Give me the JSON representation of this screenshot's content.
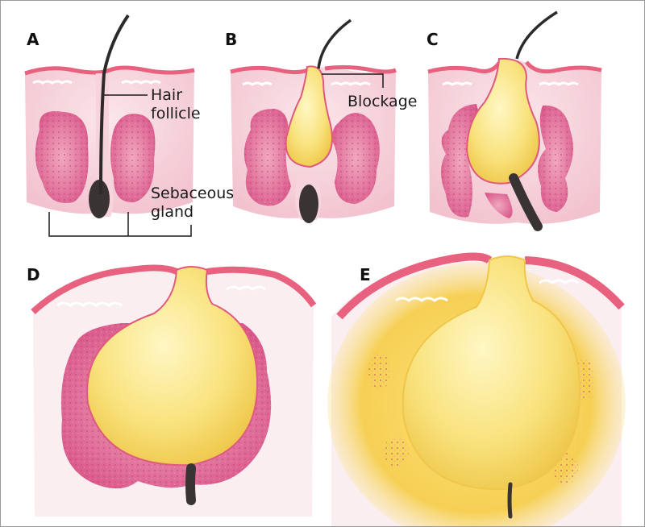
{
  "panels": {
    "a": {
      "label": "A"
    },
    "b": {
      "label": "B"
    },
    "c": {
      "label": "C"
    },
    "d": {
      "label": "D"
    },
    "e": {
      "label": "E"
    }
  },
  "callouts": {
    "hair_follicle": {
      "line1": "Hair",
      "line2": "follicle"
    },
    "blockage": {
      "text": "Blockage"
    },
    "sebaceous_gland": {
      "line1": "Sebaceous",
      "line2": "gland"
    }
  },
  "colors": {
    "skin_pink": "#f3c9d2",
    "skin_rim": "#e8627f",
    "gland_magenta": "#d9588a",
    "sebum_yellow": "#f7dd6a",
    "sebum_light": "#fdf3b0",
    "hair_dark": "#2d2a2a"
  }
}
